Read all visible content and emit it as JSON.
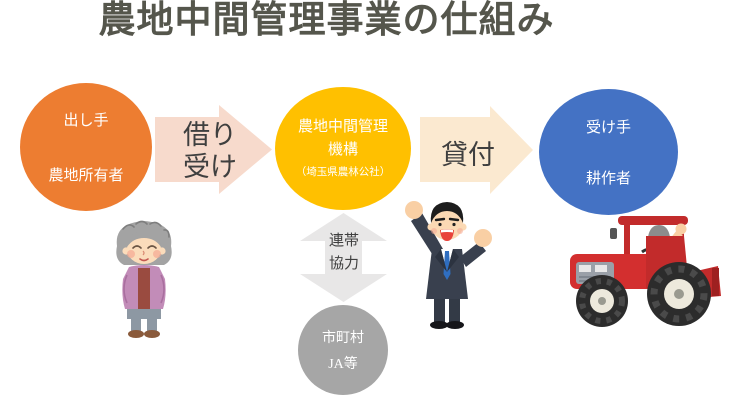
{
  "title": "農地中間管理事業の仕組み",
  "nodes": {
    "owner": {
      "role": "出し手",
      "name": "農地所有者"
    },
    "agency": {
      "line1": "農地中間管理",
      "line2": "機構",
      "subtitle": "（埼玉県農林公社）"
    },
    "receiver": {
      "role": "受け手",
      "name": "耕作者"
    },
    "municipality": {
      "line1": "市町村",
      "line2": "JA等"
    }
  },
  "arrows": {
    "borrow": {
      "line1": "借り",
      "line2": "受け"
    },
    "lend": {
      "label": "貸付"
    },
    "cooperation": {
      "line1": "連帯",
      "line2": "協力"
    }
  },
  "colors": {
    "owner_circle": "#ED7D31",
    "agency_circle": "#FFC000",
    "receiver_circle": "#4472C4",
    "municipality_circle": "#A6A6A6",
    "borrow_arrow": "#F7DACC",
    "lend_arrow": "#FBE9D0",
    "cooperation_arrow": "#E8E7E7",
    "title_text": "#55564C",
    "arrow_text": "#3F3F3F",
    "circle_text": "#FFFFFF"
  },
  "illustrations": {
    "elderly_woman": "elderly-woman-landowner",
    "businessman": "cheering-businessman-agency-staff",
    "tractor": "farmer-driving-red-tractor"
  }
}
